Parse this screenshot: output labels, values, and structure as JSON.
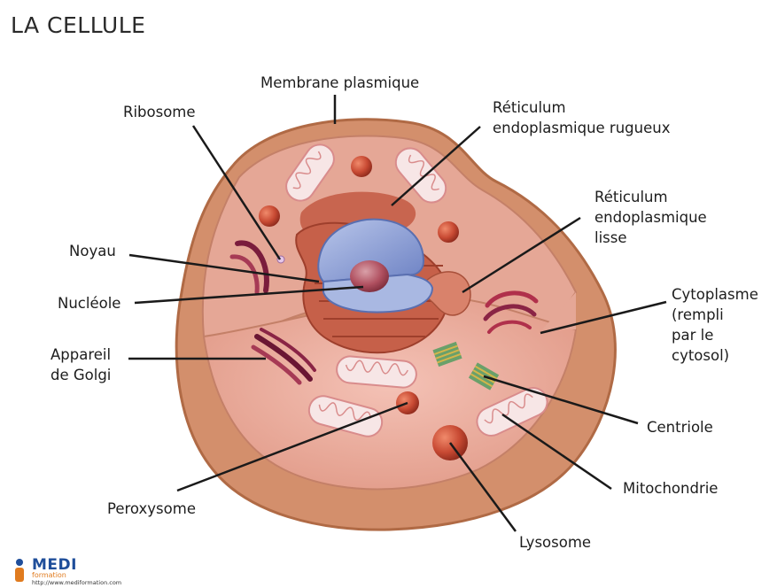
{
  "title": "LA CELLULE",
  "labels": {
    "membrane": "Membrane plasmique",
    "ribosome": "Ribosome",
    "rer": "Réticulum\nendoplasmique rugueux",
    "rel": "Réticulum\nendoplasmique\nlisse",
    "noyau": "Noyau",
    "nucleole": "Nucléole",
    "cytoplasme": "Cytoplasme\n(rempli\npar le\ncytosol)",
    "golgi": "Appareil\nde Golgi",
    "centriole": "Centriole",
    "mitochondrie": "Mitochondrie",
    "peroxysome": "Peroxysome",
    "lysosome": "Lysosome"
  },
  "logo": {
    "name": "MEDI",
    "subtitle": "formation",
    "url": "http://www.mediformation.com"
  },
  "colors": {
    "membrane_outer": "#d89a78",
    "membrane_rim": "#c07a55",
    "cytoplasm": "#e8a595",
    "nucleus": "#8fa3d8",
    "nucleolus": "#b5455a",
    "er": "#c8654f",
    "golgi": "#7a1c3c",
    "mitochondria": "#f6e6e6",
    "lysosome": "#c0442d"
  }
}
